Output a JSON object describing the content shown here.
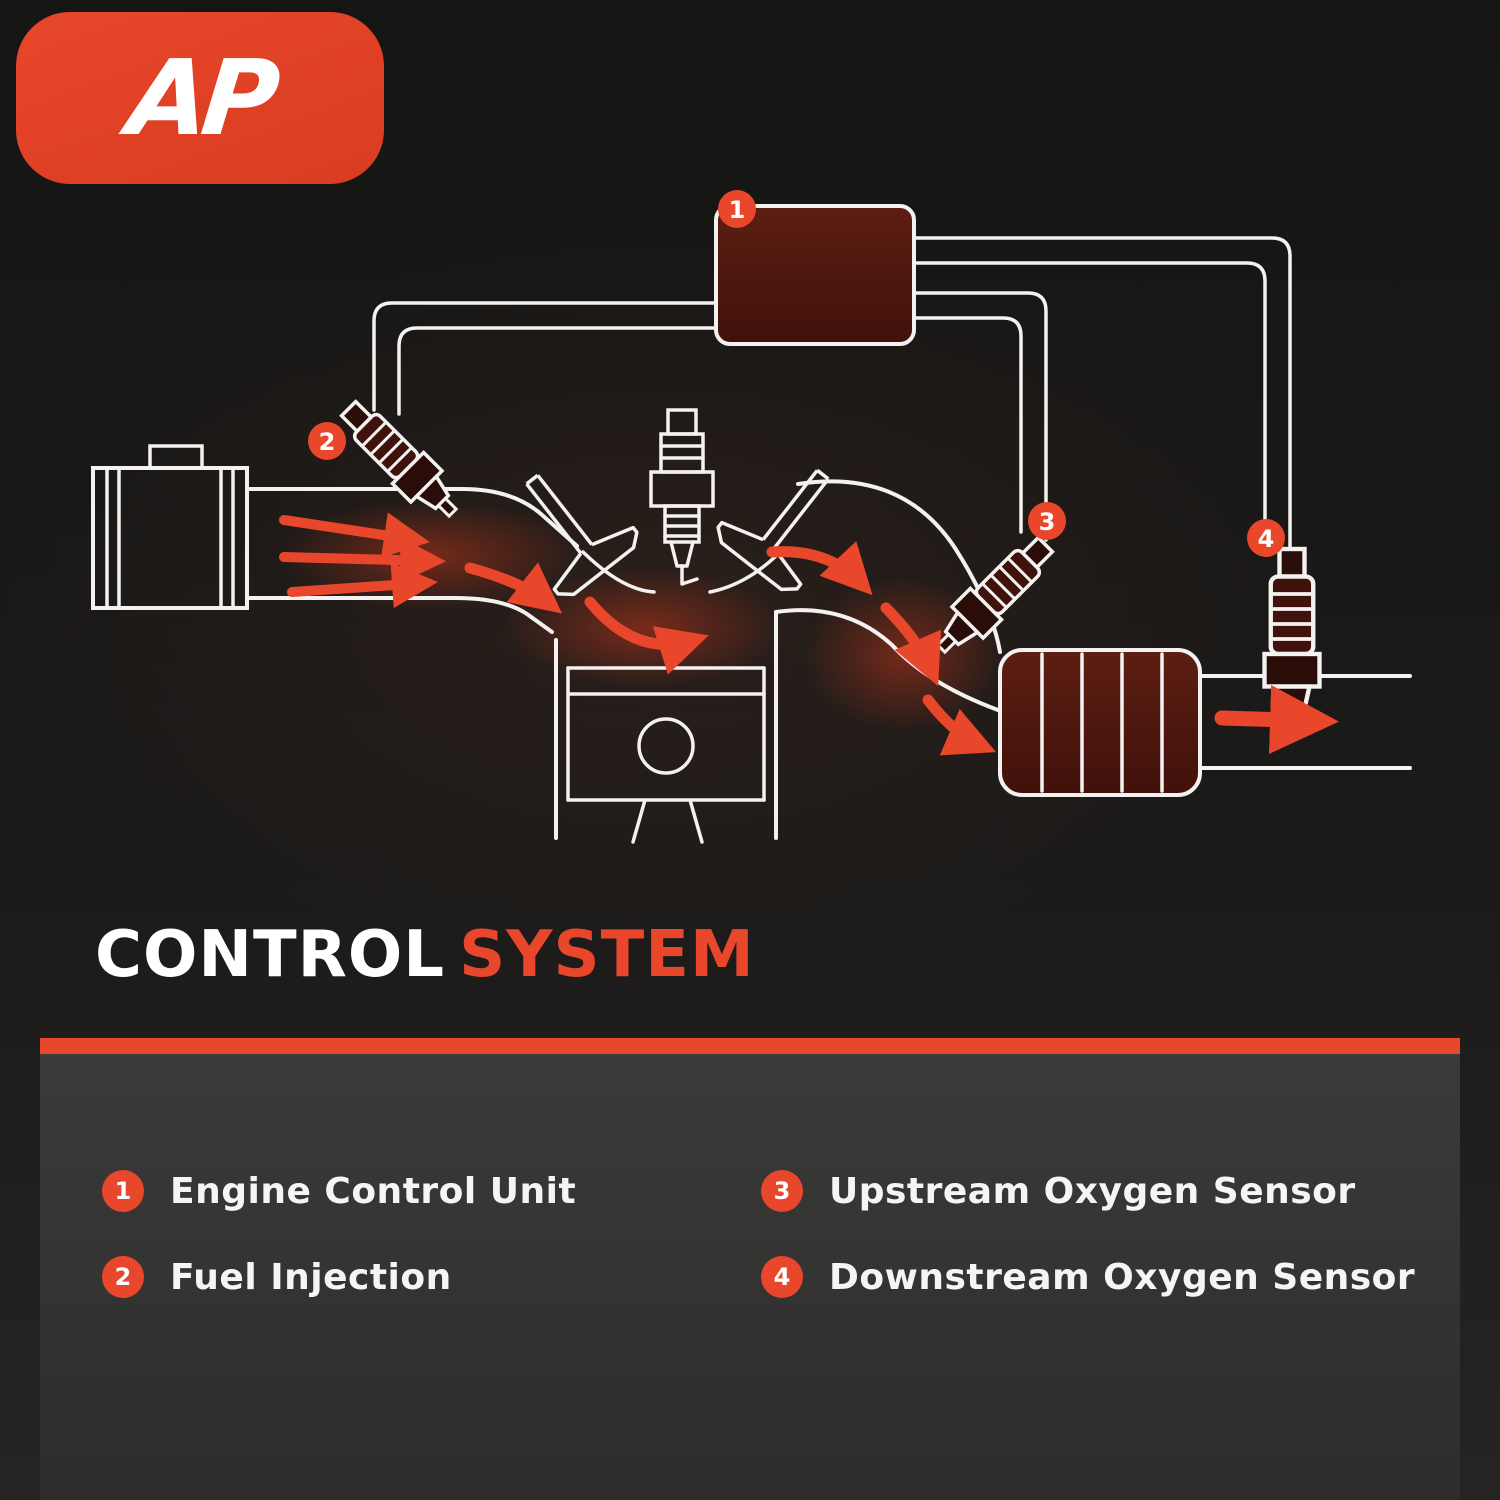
{
  "brand": {
    "logo_text": "AP"
  },
  "title": {
    "part1": "CONTROL",
    "part2": "SYSTEM"
  },
  "colors": {
    "accent": "#e8472b",
    "background": "#1a1a19",
    "panel_gray": "#343433",
    "component_maroon": "#4f170f",
    "line_white": "#f4f2f0"
  },
  "diagram": {
    "badges": [
      {
        "number": "1"
      },
      {
        "number": "2"
      },
      {
        "number": "3"
      },
      {
        "number": "4"
      }
    ]
  },
  "legend": {
    "items": [
      {
        "number": "1",
        "label": "Engine Control Unit"
      },
      {
        "number": "2",
        "label": "Fuel Injection"
      },
      {
        "number": "3",
        "label": "Upstream Oxygen Sensor"
      },
      {
        "number": "4",
        "label": "Downstream Oxygen Sensor"
      }
    ]
  }
}
